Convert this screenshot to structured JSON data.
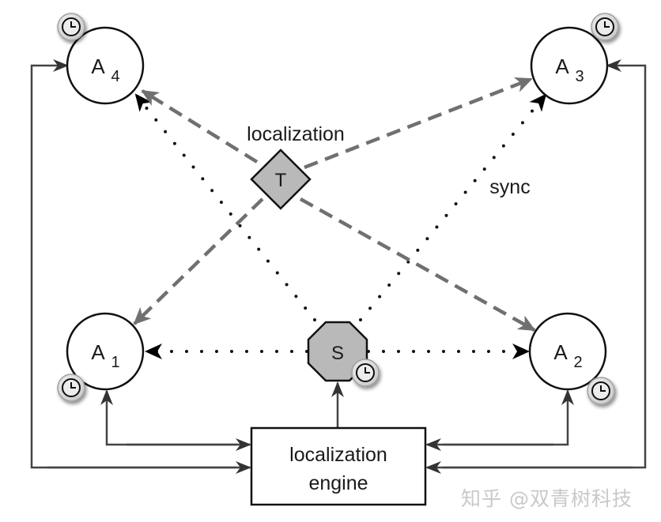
{
  "diagram": {
    "title": "",
    "nodes": {
      "anchors": [
        {
          "id": "A1",
          "base": "A",
          "sub": "1",
          "has_clock": true
        },
        {
          "id": "A2",
          "base": "A",
          "sub": "2",
          "has_clock": true
        },
        {
          "id": "A3",
          "base": "A",
          "sub": "3",
          "has_clock": true
        },
        {
          "id": "A4",
          "base": "A",
          "sub": "4",
          "has_clock": true
        }
      ],
      "tag": {
        "id": "T",
        "label": "T",
        "shape": "diamond"
      },
      "sync_node": {
        "id": "S",
        "label": "S",
        "shape": "octagon",
        "has_clock": true
      },
      "engine": {
        "line1": "localization",
        "line2": "engine",
        "shape": "rectangle"
      }
    },
    "edge_labels": {
      "localization": "localization",
      "sync": "sync"
    },
    "edges": [
      {
        "from": "T",
        "to": "A1",
        "style": "dashed",
        "kind": "localization"
      },
      {
        "from": "T",
        "to": "A2",
        "style": "dashed",
        "kind": "localization"
      },
      {
        "from": "T",
        "to": "A3",
        "style": "dashed",
        "kind": "localization"
      },
      {
        "from": "T",
        "to": "A4",
        "style": "dashed",
        "kind": "localization"
      },
      {
        "from": "S",
        "to": "A1",
        "style": "dotted",
        "kind": "sync"
      },
      {
        "from": "S",
        "to": "A2",
        "style": "dotted",
        "kind": "sync"
      },
      {
        "from": "S",
        "to": "A3",
        "style": "dotted",
        "kind": "sync"
      },
      {
        "from": "S",
        "to": "A4",
        "style": "dotted",
        "kind": "sync"
      },
      {
        "from": "engine",
        "to": "S",
        "style": "solid"
      },
      {
        "from": "engine",
        "to": "A1",
        "style": "solid",
        "bidirectional": true
      },
      {
        "from": "engine",
        "to": "A2",
        "style": "solid",
        "bidirectional": true
      },
      {
        "from": "engine",
        "to": "A3",
        "style": "solid",
        "bidirectional": true
      },
      {
        "from": "engine",
        "to": "A4",
        "style": "solid",
        "bidirectional": true
      }
    ],
    "colors": {
      "node_fill": "#ffffff",
      "node_stroke": "#111111",
      "shape_fill": "#b9b9b9",
      "dashed_edge": "#707070",
      "dotted_edge": "#111111",
      "solid_edge": "#444444",
      "clock_badge": "#e2e2e2"
    }
  },
  "watermark": "知乎 @双青树科技"
}
